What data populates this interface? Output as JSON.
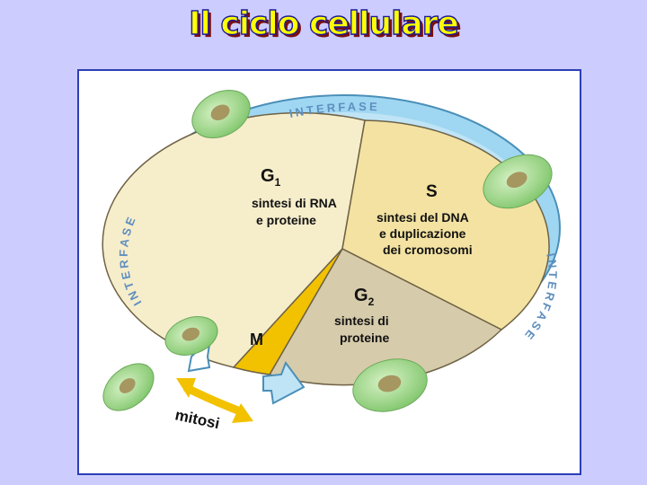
{
  "slide": {
    "title": "Il ciclo cellulare"
  },
  "diagram": {
    "ring_label": "INTERFASE",
    "phases": {
      "g1": {
        "letter": "G",
        "subscript": "1",
        "line1": "sintesi di RNA",
        "line2": "e proteine"
      },
      "s": {
        "letter": "S",
        "line1": "sintesi del DNA",
        "line2": "e duplicazione",
        "line3": "dei cromosomi"
      },
      "g2": {
        "letter": "G",
        "subscript": "2",
        "line1": "sintesi di",
        "line2": "proteine"
      },
      "m": {
        "letter": "M"
      }
    },
    "mitosis_label": "mitosi"
  },
  "colors": {
    "background": "#ccccff",
    "title_fill": "#ffff00",
    "title_outline": "#1a1a99",
    "frame_border": "#2b3fb5",
    "g1": "#f6edcb",
    "s": "#f3e2a2",
    "g2": "#d6cbaa",
    "m": "#f2c200",
    "ring": "#9fd7f2",
    "ring_text": "#5f8fbf",
    "cell": "#8ed07a",
    "nucleus": "#a69660",
    "mitosis_arrow": "#f2c200"
  }
}
